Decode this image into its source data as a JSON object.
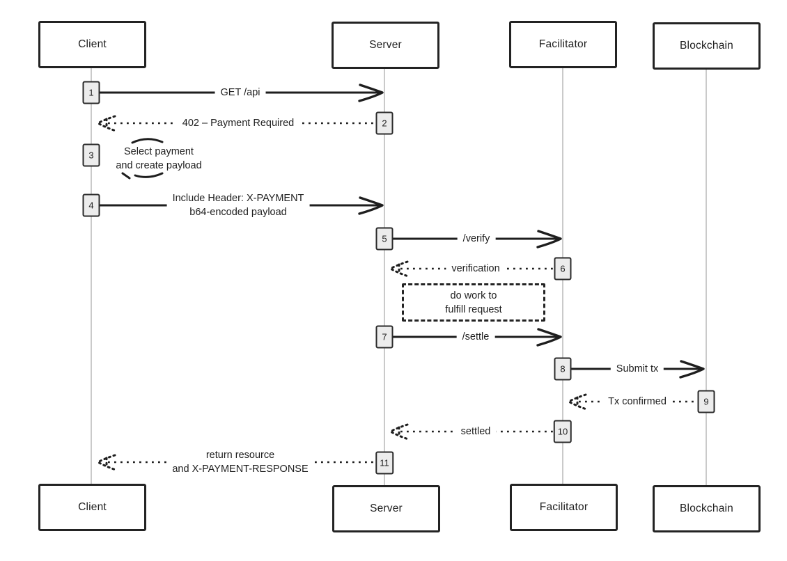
{
  "diagram": {
    "actors": [
      {
        "id": "client",
        "label": "Client"
      },
      {
        "id": "server",
        "label": "Server"
      },
      {
        "id": "facilitator",
        "label": "Facilitator"
      },
      {
        "id": "blockchain",
        "label": "Blockchain"
      }
    ],
    "messages": [
      {
        "seq": "1",
        "style": "solid",
        "from": "client",
        "to": "server",
        "label": [
          "GET /api"
        ]
      },
      {
        "seq": "2",
        "style": "dotted",
        "from": "server",
        "to": "client",
        "label": [
          "402 – Payment Required"
        ]
      },
      {
        "seq": "3",
        "style": "note",
        "at": "client",
        "label": [
          "Select payment",
          "and create payload"
        ]
      },
      {
        "seq": "4",
        "style": "solid",
        "from": "client",
        "to": "server",
        "label": [
          "Include Header: X-PAYMENT",
          "b64-encoded payload"
        ]
      },
      {
        "seq": "5",
        "style": "solid",
        "from": "server",
        "to": "facilitator",
        "label": [
          "/verify"
        ]
      },
      {
        "seq": "6",
        "style": "dotted",
        "from": "facilitator",
        "to": "server",
        "label": [
          "verification"
        ]
      },
      {
        "seq": "7",
        "style": "solid",
        "from": "server",
        "to": "facilitator",
        "label": [
          "/settle"
        ]
      },
      {
        "seq": "8",
        "style": "solid",
        "from": "facilitator",
        "to": "blockchain",
        "label": [
          "Submit tx"
        ]
      },
      {
        "seq": "9",
        "style": "dotted",
        "from": "blockchain",
        "to": "facilitator",
        "label": [
          "Tx confirmed"
        ]
      },
      {
        "seq": "10",
        "style": "dotted",
        "from": "facilitator",
        "to": "server",
        "label": [
          "settled"
        ]
      },
      {
        "seq": "11",
        "style": "dotted",
        "from": "server",
        "to": "client",
        "label": [
          "return resource",
          "and X-PAYMENT-RESPONSE"
        ]
      }
    ],
    "work_note": {
      "label": [
        "do work to",
        "fulfill request"
      ]
    },
    "colors": {
      "ink": "#1e1e1e",
      "lifeline": "#b9b9b9",
      "chip_fill": "#ececec",
      "background": "#ffffff"
    }
  }
}
